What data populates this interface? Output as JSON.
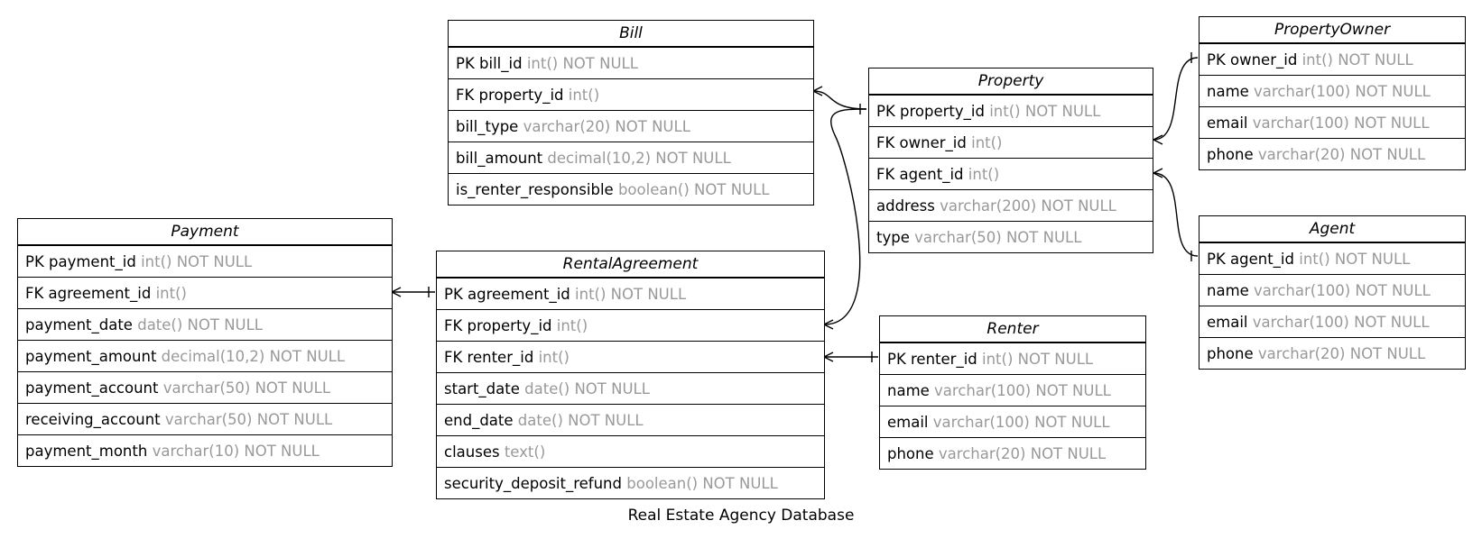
{
  "diagram": {
    "caption": "Real Estate Agency Database",
    "entities": [
      {
        "id": "bill",
        "name": "Bill",
        "fields": [
          {
            "name": "PK bill_id",
            "type": "int() NOT NULL"
          },
          {
            "name": "FK property_id",
            "type": "int()"
          },
          {
            "name": "bill_type",
            "type": "varchar(20) NOT NULL"
          },
          {
            "name": "bill_amount",
            "type": "decimal(10,2) NOT NULL"
          },
          {
            "name": "is_renter_responsible",
            "type": "boolean() NOT NULL"
          }
        ]
      },
      {
        "id": "property",
        "name": "Property",
        "fields": [
          {
            "name": "PK property_id",
            "type": "int() NOT NULL"
          },
          {
            "name": "FK owner_id",
            "type": "int()"
          },
          {
            "name": "FK agent_id",
            "type": "int()"
          },
          {
            "name": "address",
            "type": "varchar(200) NOT NULL"
          },
          {
            "name": "type",
            "type": "varchar(50) NOT NULL"
          }
        ]
      },
      {
        "id": "propertyowner",
        "name": "PropertyOwner",
        "fields": [
          {
            "name": "PK owner_id",
            "type": "int() NOT NULL"
          },
          {
            "name": "name",
            "type": "varchar(100) NOT NULL"
          },
          {
            "name": "email",
            "type": "varchar(100) NOT NULL"
          },
          {
            "name": "phone",
            "type": "varchar(20) NOT NULL"
          }
        ]
      },
      {
        "id": "agent",
        "name": "Agent",
        "fields": [
          {
            "name": "PK agent_id",
            "type": "int() NOT NULL"
          },
          {
            "name": "name",
            "type": "varchar(100) NOT NULL"
          },
          {
            "name": "email",
            "type": "varchar(100) NOT NULL"
          },
          {
            "name": "phone",
            "type": "varchar(20) NOT NULL"
          }
        ]
      },
      {
        "id": "payment",
        "name": "Payment",
        "fields": [
          {
            "name": "PK payment_id",
            "type": "int() NOT NULL"
          },
          {
            "name": "FK agreement_id",
            "type": "int()"
          },
          {
            "name": "payment_date",
            "type": "date() NOT NULL"
          },
          {
            "name": "payment_amount",
            "type": "decimal(10,2) NOT NULL"
          },
          {
            "name": "payment_account",
            "type": "varchar(50) NOT NULL"
          },
          {
            "name": "receiving_account",
            "type": "varchar(50) NOT NULL"
          },
          {
            "name": "payment_month",
            "type": "varchar(10) NOT NULL"
          }
        ]
      },
      {
        "id": "rentalagreement",
        "name": "RentalAgreement",
        "fields": [
          {
            "name": "PK agreement_id",
            "type": "int() NOT NULL"
          },
          {
            "name": "FK property_id",
            "type": "int()"
          },
          {
            "name": "FK renter_id",
            "type": "int()"
          },
          {
            "name": "start_date",
            "type": "date() NOT NULL"
          },
          {
            "name": "end_date",
            "type": "date() NOT NULL"
          },
          {
            "name": "clauses",
            "type": "text()"
          },
          {
            "name": "security_deposit_refund",
            "type": "boolean() NOT NULL"
          }
        ]
      },
      {
        "id": "renter",
        "name": "Renter",
        "fields": [
          {
            "name": "PK renter_id",
            "type": "int() NOT NULL"
          },
          {
            "name": "name",
            "type": "varchar(100) NOT NULL"
          },
          {
            "name": "email",
            "type": "varchar(100) NOT NULL"
          },
          {
            "name": "phone",
            "type": "varchar(20) NOT NULL"
          }
        ]
      }
    ],
    "relationships": [
      {
        "from": "bill.property_id",
        "to": "property.property_id",
        "from_end": "many",
        "to_end": "one"
      },
      {
        "from": "rentalagreement.property_id",
        "to": "property.property_id",
        "from_end": "many",
        "to_end": "one"
      },
      {
        "from": "property.owner_id",
        "to": "propertyowner.owner_id",
        "from_end": "many",
        "to_end": "one"
      },
      {
        "from": "property.agent_id",
        "to": "agent.agent_id",
        "from_end": "many",
        "to_end": "one"
      },
      {
        "from": "payment.agreement_id",
        "to": "rentalagreement.agreement_id",
        "from_end": "many",
        "to_end": "one"
      },
      {
        "from": "rentalagreement.renter_id",
        "to": "renter.renter_id",
        "from_end": "many",
        "to_end": "one"
      }
    ]
  }
}
